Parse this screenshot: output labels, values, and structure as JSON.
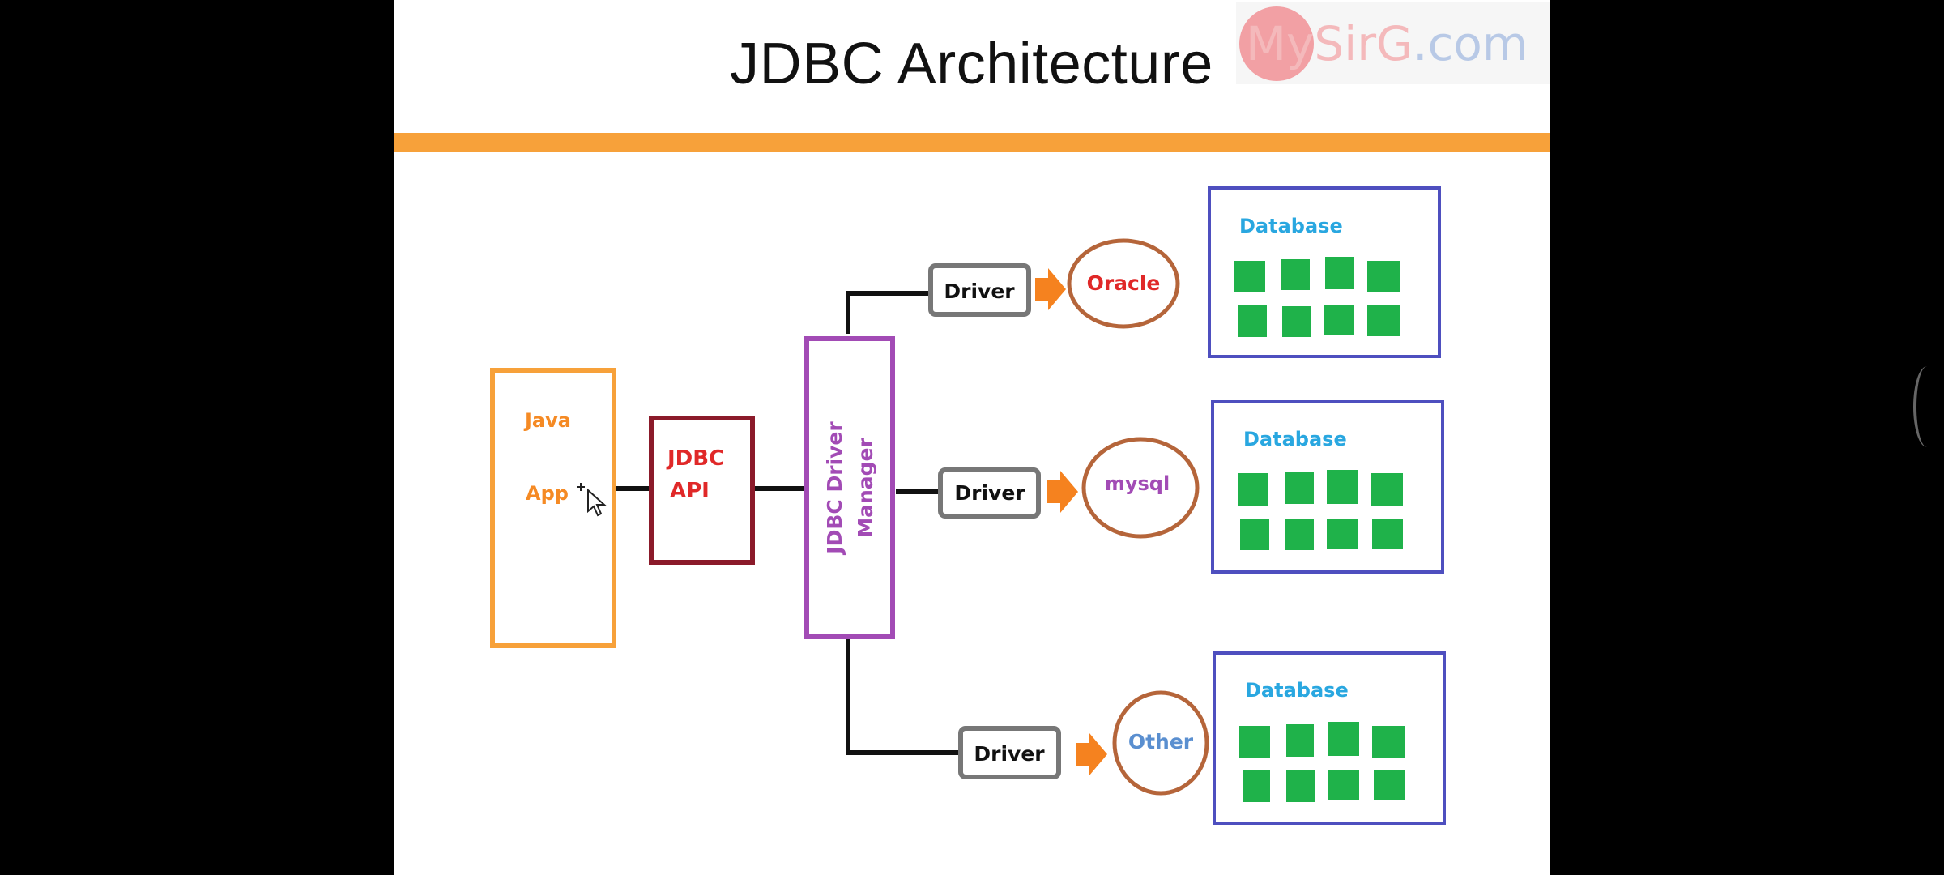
{
  "slide": {
    "title": "JDBC Architecture",
    "watermark": {
      "brand": "MySirG",
      "tld": ".com"
    }
  },
  "diagram": {
    "java_app": {
      "line1": "Java",
      "line2": "App"
    },
    "jdbc_api": {
      "line1": "JDBC",
      "line2": "API"
    },
    "driver_manager": {
      "line1": "JDBC Driver",
      "line2": "Manager"
    },
    "drivers": [
      {
        "driver_label": "Driver",
        "db_name": "Oracle",
        "db_box_label": "Database"
      },
      {
        "driver_label": "Driver",
        "db_name": "mysql",
        "db_box_label": "Database"
      },
      {
        "driver_label": "Driver",
        "db_name": "Other",
        "db_box_label": "Database"
      }
    ]
  },
  "colors": {
    "title_bar": "#f7a13a",
    "java_app": "#f7a13a",
    "jdbc_api": "#8b1a2a",
    "driver_manager": "#a24bb5",
    "driver_border": "#777777",
    "arrow": "#f5821f",
    "db_ellipse": "#b5653a",
    "db_box": "#4e4fbf",
    "db_label": "#29a7e0",
    "db_cells": "#1fb24a"
  }
}
